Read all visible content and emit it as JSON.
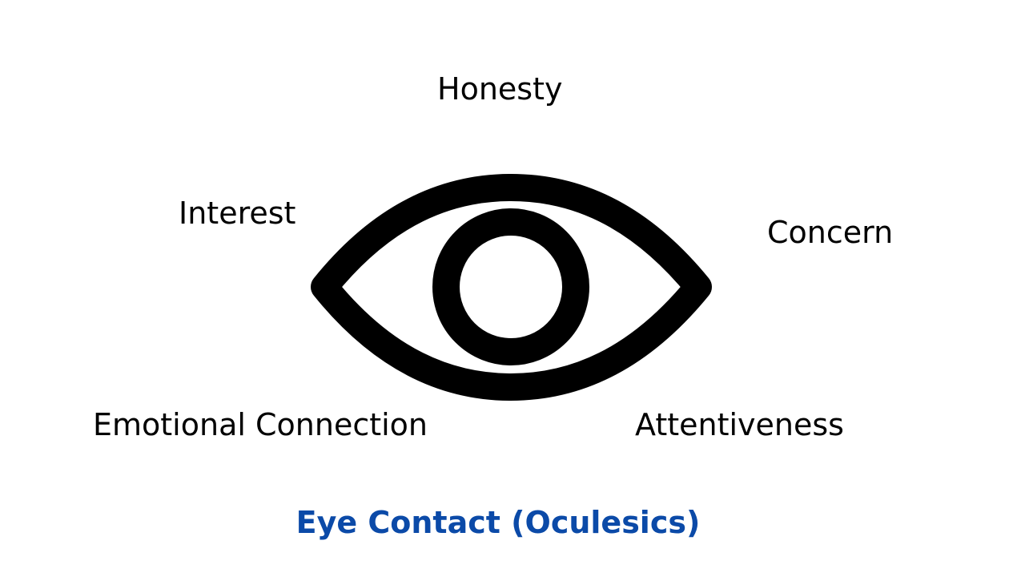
{
  "labels": {
    "honesty": "Honesty",
    "interest": "Interest",
    "concern": "Concern",
    "emotional_connection": "Emotional Connection",
    "attentiveness": "Attentiveness"
  },
  "icon": "eye-icon",
  "caption": {
    "text": "Eye Contact (Oculesics)",
    "color": "#0b4aa8"
  },
  "colors": {
    "text": "#000000",
    "icon_stroke": "#000000",
    "background": "#ffffff"
  }
}
